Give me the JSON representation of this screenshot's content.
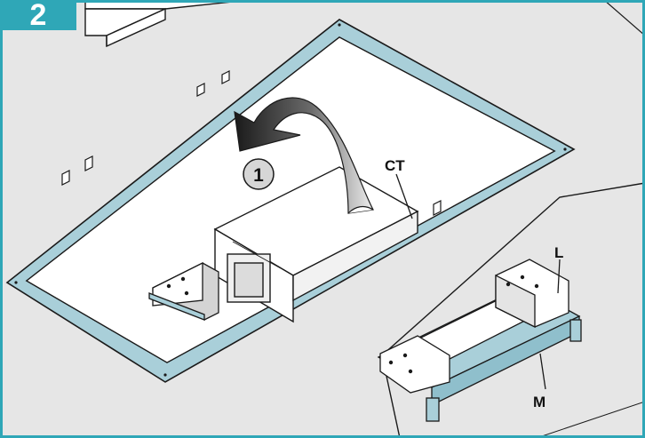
{
  "step_number": "2",
  "callout_number": "1",
  "labels": {
    "ct": "CT",
    "l": "L",
    "m": "M"
  },
  "colors": {
    "accent": "#2fa7b7",
    "frame_fill": "#a9cfd9",
    "ceiling": "#e6e6e6",
    "outline": "#1a1a1a"
  },
  "icons": [
    "curved-rotation-arrow-icon"
  ]
}
